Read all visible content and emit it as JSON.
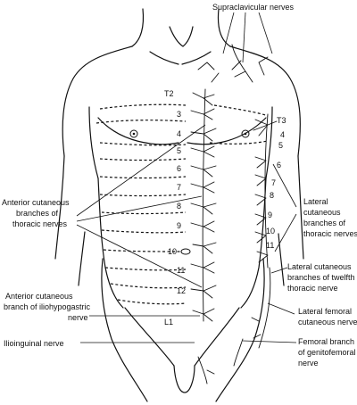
{
  "labels": {
    "supraclavicular": "Supraclavicular nerves",
    "anterior_thoracic": [
      "Anterior cutaneous",
      "branches of",
      "thoracic nerves"
    ],
    "lateral_thoracic": [
      "Lateral",
      "cutaneous",
      "branches of",
      "thoracic nerves"
    ],
    "lateral_twelfth": [
      "Lateral cutaneous",
      "branches of twelfth",
      "thoracic nerve"
    ],
    "iliohypogastric": [
      "Anterior cutaneous",
      "branch of iliohypogastric",
      "nerve"
    ],
    "lateral_femoral": [
      "Lateral femoral",
      "cutaneous nerve"
    ],
    "ilioinguinal": "Ilioinguinal nerve",
    "genitofemoral": [
      "Femoral branch",
      "of genitofemoral",
      "nerve"
    ]
  },
  "levels_left": [
    "T2",
    "3",
    "4",
    "5",
    "6",
    "7",
    "8",
    "9",
    "10",
    "11",
    "12",
    "L1"
  ],
  "levels_right": [
    "T3",
    "4",
    "5",
    "6",
    "7",
    "8",
    "9",
    "10",
    "11"
  ]
}
